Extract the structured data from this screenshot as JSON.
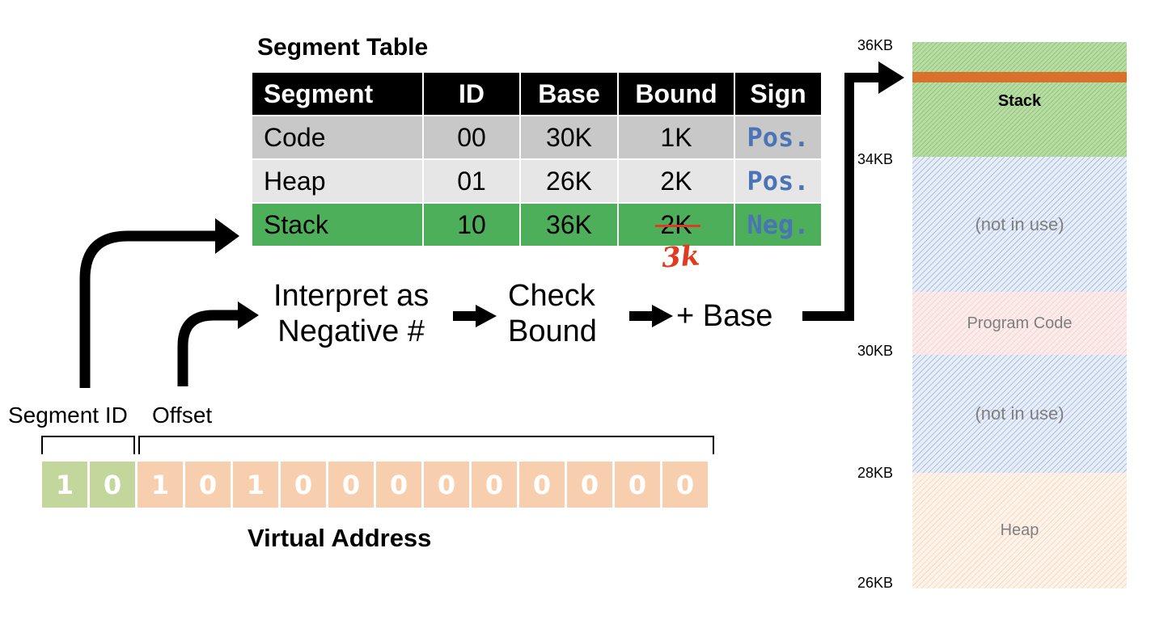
{
  "segment_table": {
    "title": "Segment Table",
    "headers": [
      "Segment",
      "ID",
      "Base",
      "Bound",
      "Sign"
    ],
    "rows": [
      {
        "segment": "Code",
        "id": "00",
        "base": "30K",
        "bound": "1K",
        "sign": "Pos."
      },
      {
        "segment": "Heap",
        "id": "01",
        "base": "26K",
        "bound": "2K",
        "sign": "Pos."
      },
      {
        "segment": "Stack",
        "id": "10",
        "base": "36K",
        "bound": "2K",
        "sign": "Neg."
      }
    ],
    "correction": "3k"
  },
  "pipeline": {
    "step1_line1": "Interpret as",
    "step1_line2": "Negative #",
    "step2_line1": "Check",
    "step2_line2": "Bound",
    "step3": "+ Base"
  },
  "virtual_address": {
    "title": "Virtual Address",
    "segment_id_label": "Segment ID",
    "offset_label": "Offset",
    "segment_bits": [
      "1",
      "0"
    ],
    "offset_bits": [
      "1",
      "0",
      "1",
      "0",
      "0",
      "0",
      "0",
      "0",
      "0",
      "0",
      "0",
      "0"
    ]
  },
  "memory": {
    "addresses": [
      "36KB",
      "34KB",
      "30KB",
      "28KB",
      "26KB"
    ],
    "regions": {
      "stack": "Stack",
      "unused_top": "(not in use)",
      "program_code": "Program Code",
      "unused_bottom": "(not in use)",
      "heap": "Heap"
    },
    "colors": {
      "stack": "#a9d18e",
      "stack_marker": "#d9712b",
      "unused": "#8faadc",
      "code": "#f4c7c3",
      "heap": "#f8cbad"
    }
  }
}
